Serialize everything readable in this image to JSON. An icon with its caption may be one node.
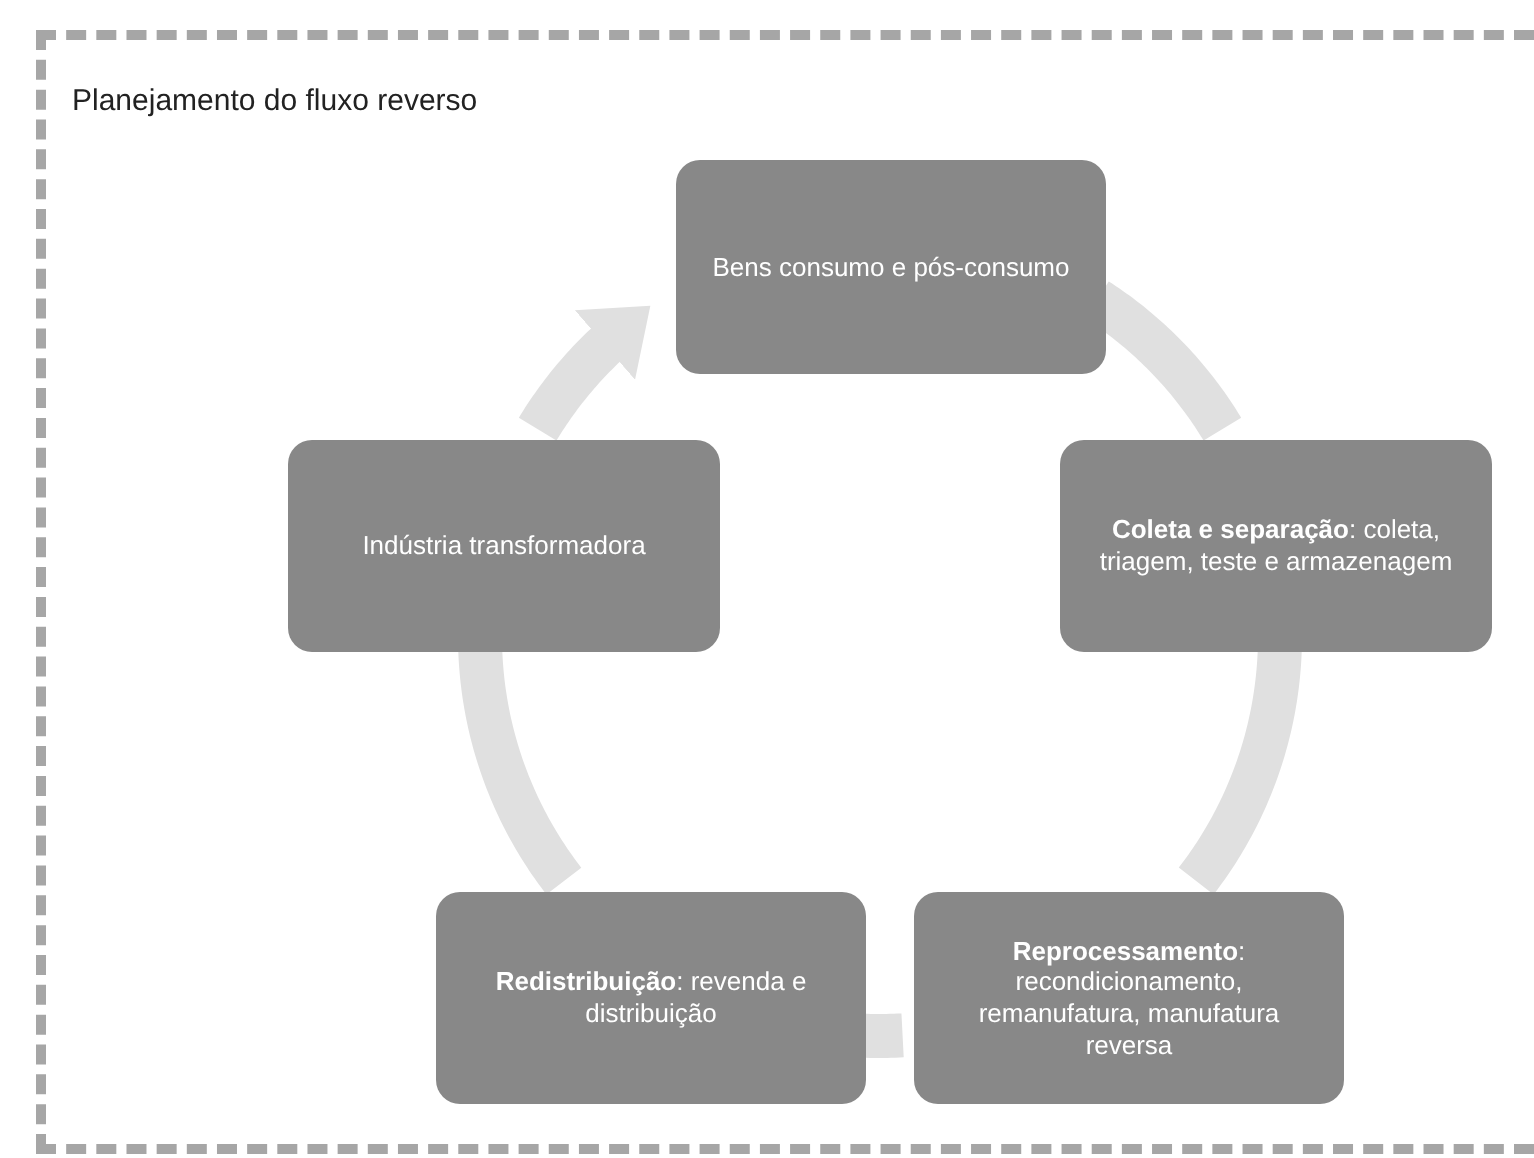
{
  "diagram": {
    "nodes": [
      {
        "text": [
          "Planejamento do fluxo reverso"
        ]
      },
      {
        "text": [
          "Bens consumo e pós-consumo"
        ],
        "in": 0
      },
      {
        "text": [
          "**Coleta e separação**: coleta, triagem, teste e armazenagem"
        ],
        "in": 0
      },
      {
        "text": [
          "**Reprocessamento**: recondicionamento, remanufatura, manufatura reversa"
        ],
        "in": 0
      },
      {
        "text": [
          "**Redistribuição**: revenda e distribuição"
        ],
        "in": 0
      },
      {
        "text": [
          "Indústria transformadora"
        ],
        "in": 0
      }
    ],
    "edges": [
      {
        "from": 1,
        "to": 2,
        "arrow": "none"
      },
      {
        "from": 2,
        "to": 3,
        "arrow": "none"
      },
      {
        "from": 3,
        "to": 4,
        "arrow": "none"
      },
      {
        "from": 4,
        "to": 5,
        "arrow": "none"
      },
      {
        "from": 5,
        "to": 1,
        "arrow": "to"
      }
    ]
  }
}
